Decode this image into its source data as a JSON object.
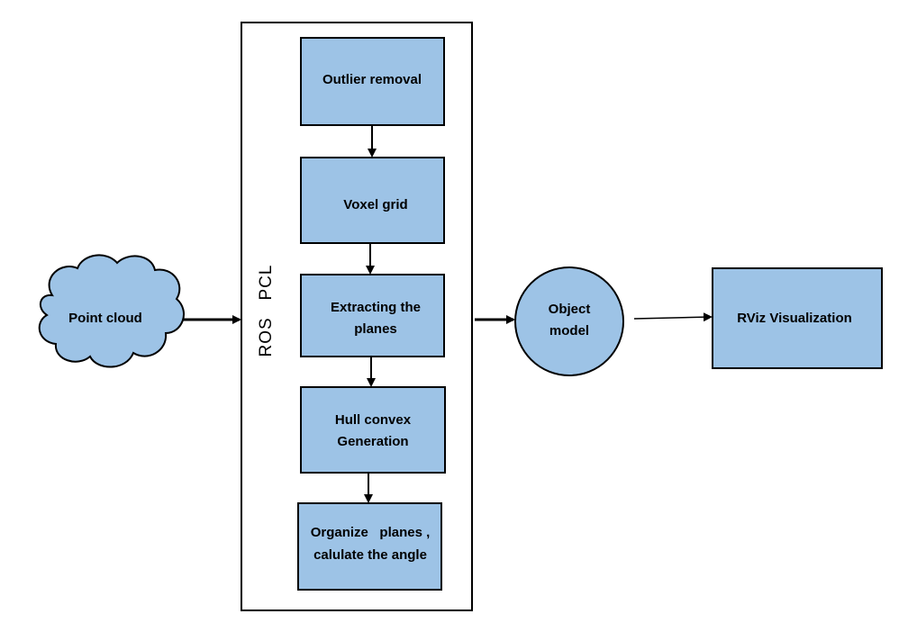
{
  "colors": {
    "node_fill": "#9dc3e6",
    "stroke": "#000000",
    "background": "#ffffff"
  },
  "nodes": {
    "point_cloud": {
      "label": "Point cloud",
      "shape": "cloud"
    },
    "ros_pcl": {
      "label": "ROS   PCL"
    },
    "outlier_removal": {
      "label": "Outlier removal"
    },
    "voxel_grid": {
      "label": "Voxel grid"
    },
    "extracting_planes": {
      "line1": "Extracting the",
      "line2": "planes"
    },
    "hull_convex": {
      "line1": "Hull convex",
      "line2": "Generation"
    },
    "organize_planes": {
      "line1": "Organize   planes ,",
      "line2": "calulate the angle"
    },
    "object_model": {
      "line1": "Object",
      "line2": "model",
      "shape": "circle"
    },
    "rviz": {
      "label": "RViz Visualization"
    }
  },
  "edges": [
    {
      "from": "Point cloud",
      "to": "ROS   PCL"
    },
    {
      "from": "Outlier removal",
      "to": "Voxel grid"
    },
    {
      "from": "Voxel grid",
      "to": "Extracting the planes"
    },
    {
      "from": "Extracting the planes",
      "to": "Hull convex Generation"
    },
    {
      "from": "Hull convex Generation",
      "to": "Organize planes , calulate the angle"
    },
    {
      "from": "ROS   PCL",
      "to": "Object model"
    },
    {
      "from": "Object model",
      "to": "RViz Visualization"
    }
  ]
}
